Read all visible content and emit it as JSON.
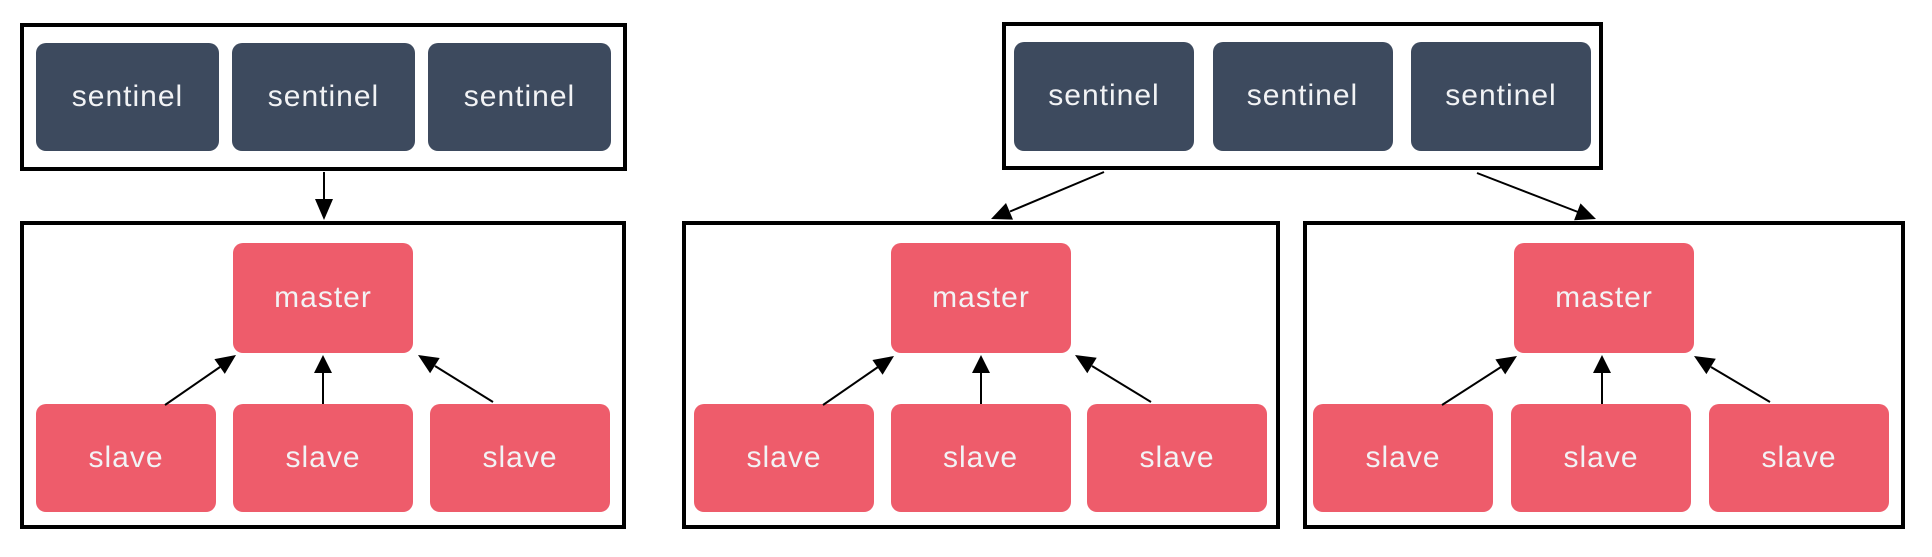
{
  "colors": {
    "background": "#ffffff",
    "panel_border": "#000000",
    "sentinel_fill": "#3d4a5e",
    "node_fill": "#ee5c6b",
    "node_text": "#f2f3f5",
    "arrow": "#000000"
  },
  "left_group": {
    "sentinel_panel": {
      "sentinels": [
        "sentinel",
        "sentinel",
        "sentinel"
      ]
    },
    "cluster": {
      "master": "master",
      "slaves": [
        "slave",
        "slave",
        "slave"
      ]
    }
  },
  "right_group": {
    "sentinel_panel": {
      "sentinels": [
        "sentinel",
        "sentinel",
        "sentinel"
      ]
    },
    "clusters": [
      {
        "master": "master",
        "slaves": [
          "slave",
          "slave",
          "slave"
        ]
      },
      {
        "master": "master",
        "slaves": [
          "slave",
          "slave",
          "slave"
        ]
      }
    ]
  }
}
